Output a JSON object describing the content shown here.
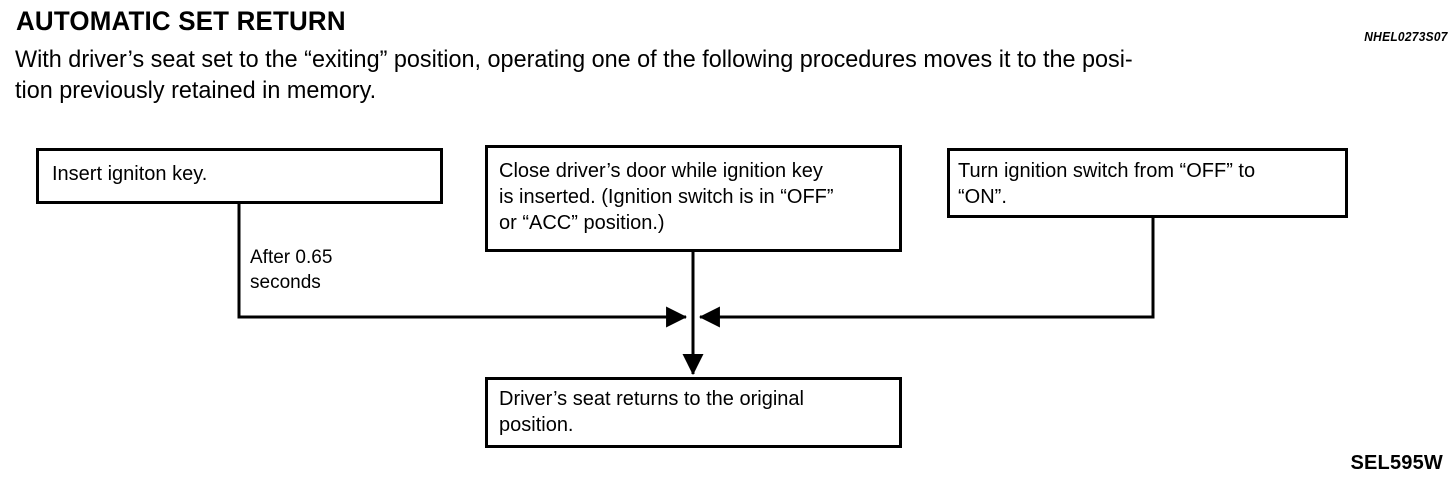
{
  "document": {
    "title": "AUTOMATIC SET RETURN",
    "intro_lines": [
      "With driver’s seat set to the “exiting” position, operating one of the following procedures moves it to the posi-",
      "tion previously retained in memory."
    ],
    "reference_code_top": "NHEL0273S07",
    "reference_code_bottom": "SEL595W"
  },
  "flowchart": {
    "boxes": [
      {
        "id": "insert-key",
        "text": "Insert igniton key."
      },
      {
        "id": "close-door",
        "text": "Close driver’s door while ignition key\nis inserted. (Ignition switch is in “OFF”\nor “ACC” position.)"
      },
      {
        "id": "turn-switch",
        "text": "Turn ignition switch from “OFF” to\n“ON”."
      },
      {
        "id": "seat-returns",
        "text": "Driver’s seat returns to the original\nposition."
      }
    ],
    "edge_labels": [
      {
        "id": "delay",
        "text": "After 0.65\nseconds"
      }
    ],
    "line_color": "#000000"
  }
}
